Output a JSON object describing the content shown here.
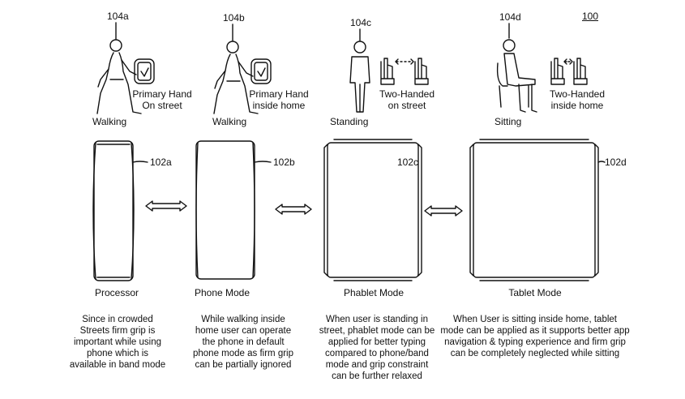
{
  "figure_number": "100",
  "scenarios": [
    {
      "ref": "104a",
      "activity": "Walking",
      "grip_line1": "Primary Hand",
      "grip_line2": "On street"
    },
    {
      "ref": "104b",
      "activity": "Walking",
      "grip_line1": "Primary Hand",
      "grip_line2": "inside home"
    },
    {
      "ref": "104c",
      "activity": "Standing",
      "grip_line1": "Two-Handed",
      "grip_line2": "on street"
    },
    {
      "ref": "104d",
      "activity": "Sitting",
      "grip_line1": "Two-Handed",
      "grip_line2": "inside home"
    }
  ],
  "devices": [
    {
      "ref": "102a",
      "mode": "Processor",
      "description": "Since in crowded\nStreets firm grip is\nimportant while using\nphone which is\navailable in band mode"
    },
    {
      "ref": "102b",
      "mode": "Phone Mode",
      "description": "While walking inside\nhome user can operate\nthe phone in default\nphone mode as firm grip\ncan be partially ignored"
    },
    {
      "ref": "102c",
      "mode": "Phablet Mode",
      "description": "When user is standing in\nstreet, phablet mode can be\napplied for better typing\ncompared to phone/band\nmode and grip constraint\ncan be further relaxed"
    },
    {
      "ref": "102d",
      "mode": "Tablet Mode",
      "description": "When User is sitting inside home, tablet\nmode can be applied as it supports better app\nnavigation & typing experience and firm grip\ncan be completely neglected while sitting"
    }
  ]
}
